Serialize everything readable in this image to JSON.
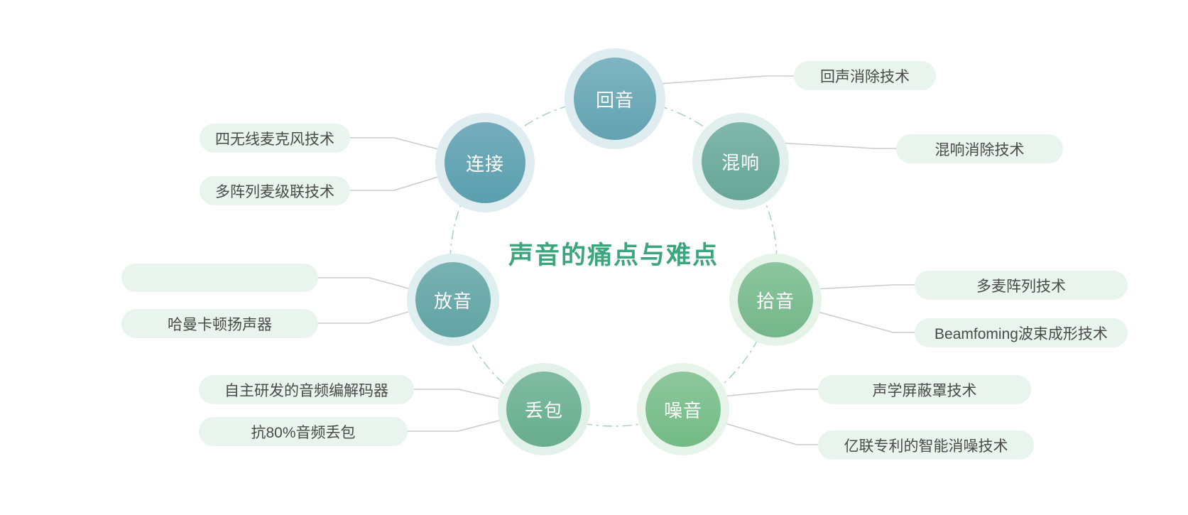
{
  "title": {
    "text": "声音的痛点与难点",
    "color": "#3BA57C"
  },
  "nodes": [
    {
      "id": "echo",
      "label": "回音",
      "color": "#63A2B1"
    },
    {
      "id": "connection",
      "label": "连接",
      "color": "#5A9FAE"
    },
    {
      "id": "reverb",
      "label": "混响",
      "color": "#6FAD9E"
    },
    {
      "id": "playback",
      "label": "放音",
      "color": "#62A3A4"
    },
    {
      "id": "pickup",
      "label": "拾音",
      "color": "#7CBC92"
    },
    {
      "id": "packet-loss",
      "label": "丢包",
      "color": "#68AD8D"
    },
    {
      "id": "noise",
      "label": "噪音",
      "color": "#73BB85"
    }
  ],
  "pills": [
    {
      "for": "echo",
      "text": "回声消除技术"
    },
    {
      "for": "reverb",
      "text": "混响消除技术"
    },
    {
      "for": "pickup",
      "text": "多麦阵列技术"
    },
    {
      "for": "pickup",
      "text": "Beamfoming波束成形技术"
    },
    {
      "for": "noise",
      "text": "声学屏蔽罩技术"
    },
    {
      "for": "noise",
      "text": "亿联专利的智能消噪技术"
    },
    {
      "for": "packet-loss",
      "text": "自主研发的音频编解码器"
    },
    {
      "for": "packet-loss",
      "text": "抗80%音频丢包"
    },
    {
      "for": "playback",
      "text": ""
    },
    {
      "for": "playback",
      "text": "哈曼卡顿扬声器"
    },
    {
      "for": "connection",
      "text": "四无线麦克风技术"
    },
    {
      "for": "connection",
      "text": "多阵列麦级联技术"
    }
  ],
  "colors": {
    "pill_bg": "#EAF4EE",
    "pill_text": "#4A4A4A",
    "connector": "#CBCBCB",
    "ring_dash": "#A9D3C6",
    "background": "#FFFFFF"
  }
}
